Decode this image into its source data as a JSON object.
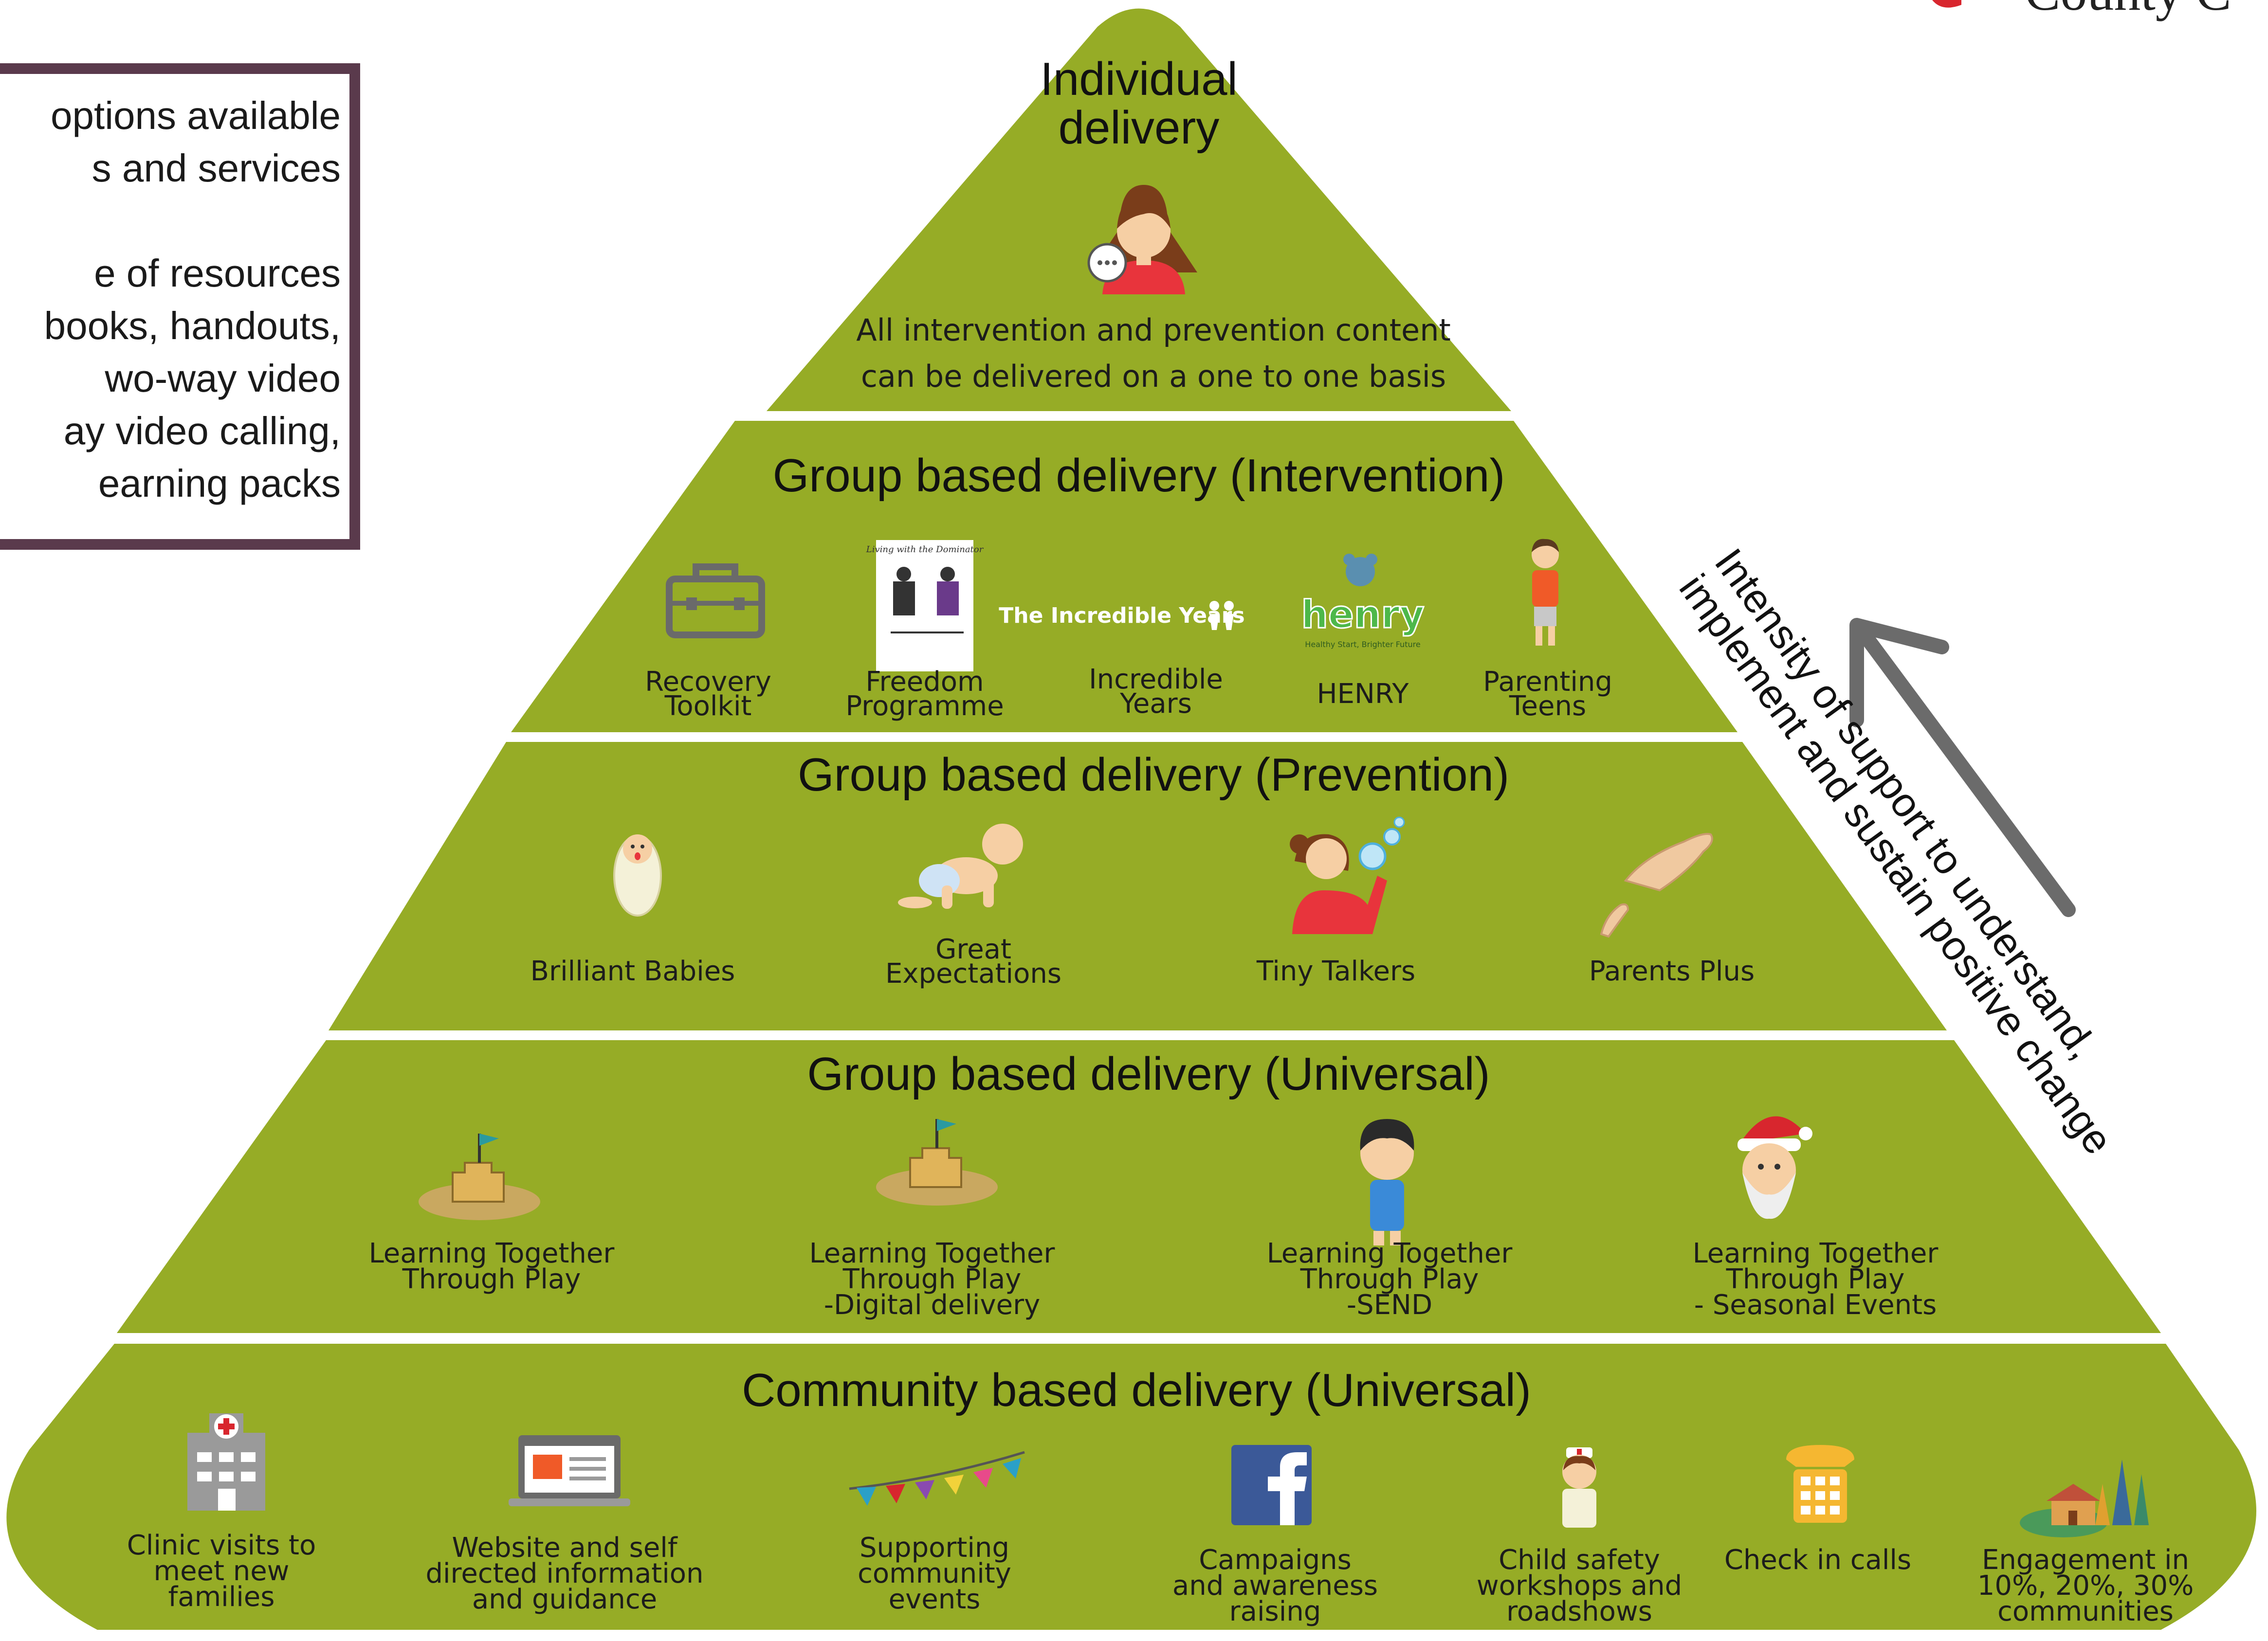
{
  "corner_logo_text": "County C",
  "info_box": {
    "lines": [
      "options available",
      "s and services",
      "",
      "e of resources",
      "books, handouts,",
      "wo-way video",
      "ay video calling,",
      "earning packs"
    ]
  },
  "pyramid": {
    "fill_color": "#96ac26",
    "tier1": {
      "title_lines": [
        "Individual",
        "delivery"
      ],
      "description_lines": [
        "All intervention and prevention content",
        "can be delivered on a one to one basis"
      ]
    },
    "tier2": {
      "title": "Group based delivery (Intervention)",
      "items": [
        {
          "lines": [
            "Recovery",
            "Toolkit"
          ],
          "icon": "toolkit-icon"
        },
        {
          "lines": [
            "Freedom",
            "Programme"
          ],
          "icon": "book-cover-icon"
        },
        {
          "lines": [
            "Incredible",
            "Years"
          ],
          "icon": "incredible-years-logo"
        },
        {
          "lines": [
            "HENRY"
          ],
          "icon": "henry-logo"
        },
        {
          "lines": [
            "Parenting",
            "Teens"
          ],
          "icon": "teen-icon"
        }
      ],
      "logo_texts": {
        "freedom_cover": "Living with the Dominator",
        "incredible_years": "The Incredible Years",
        "henry": "henry",
        "henry_tagline": "Healthy Start, Brighter Future"
      }
    },
    "tier3": {
      "title": "Group based delivery (Prevention)",
      "items": [
        {
          "lines": [
            "Brilliant Babies"
          ],
          "icon": "swaddled-baby-icon"
        },
        {
          "lines": [
            "Great",
            "Expectations"
          ],
          "icon": "crawling-baby-icon"
        },
        {
          "lines": [
            "Tiny Talkers"
          ],
          "icon": "bubble-girl-icon"
        },
        {
          "lines": [
            "Parents Plus"
          ],
          "icon": "hands-icon"
        }
      ]
    },
    "tier4": {
      "title": "Group based delivery (Universal)",
      "items": [
        {
          "lines": [
            "Learning Together",
            "Through Play"
          ],
          "icon": "sandcastle-icon"
        },
        {
          "lines": [
            "Learning Together",
            "Through Play",
            "-Digital delivery"
          ],
          "icon": "sandcastle-icon"
        },
        {
          "lines": [
            "Learning Together",
            "Through Play",
            "-SEND"
          ],
          "icon": "boy-icon"
        },
        {
          "lines": [
            "Learning Together",
            "Through Play",
            "- Seasonal Events"
          ],
          "icon": "santa-icon"
        }
      ]
    },
    "tier5": {
      "title": "Community based delivery (Universal)",
      "items": [
        {
          "lines": [
            "Clinic visits to",
            "meet new",
            "families"
          ],
          "icon": "clinic-icon"
        },
        {
          "lines": [
            "Website and self",
            "directed information",
            "and guidance"
          ],
          "icon": "website-icon"
        },
        {
          "lines": [
            "Supporting",
            "community",
            "events"
          ],
          "icon": "bunting-icon"
        },
        {
          "lines": [
            "Campaigns",
            "and awareness",
            "raising"
          ],
          "icon": "facebook-icon"
        },
        {
          "lines": [
            "Child safety",
            "workshops and",
            "roadshows"
          ],
          "icon": "nurse-icon"
        },
        {
          "lines": [
            "Check in calls"
          ],
          "icon": "phone-icon"
        },
        {
          "lines": [
            "Engagement in",
            "10%, 20%, 30%",
            "communities"
          ],
          "icon": "village-icon"
        }
      ]
    }
  },
  "side_annotation": {
    "lines": [
      "Intensity of support to understand,",
      "implement and sustain positive change"
    ],
    "arrow_color": "#6b6b6b"
  }
}
